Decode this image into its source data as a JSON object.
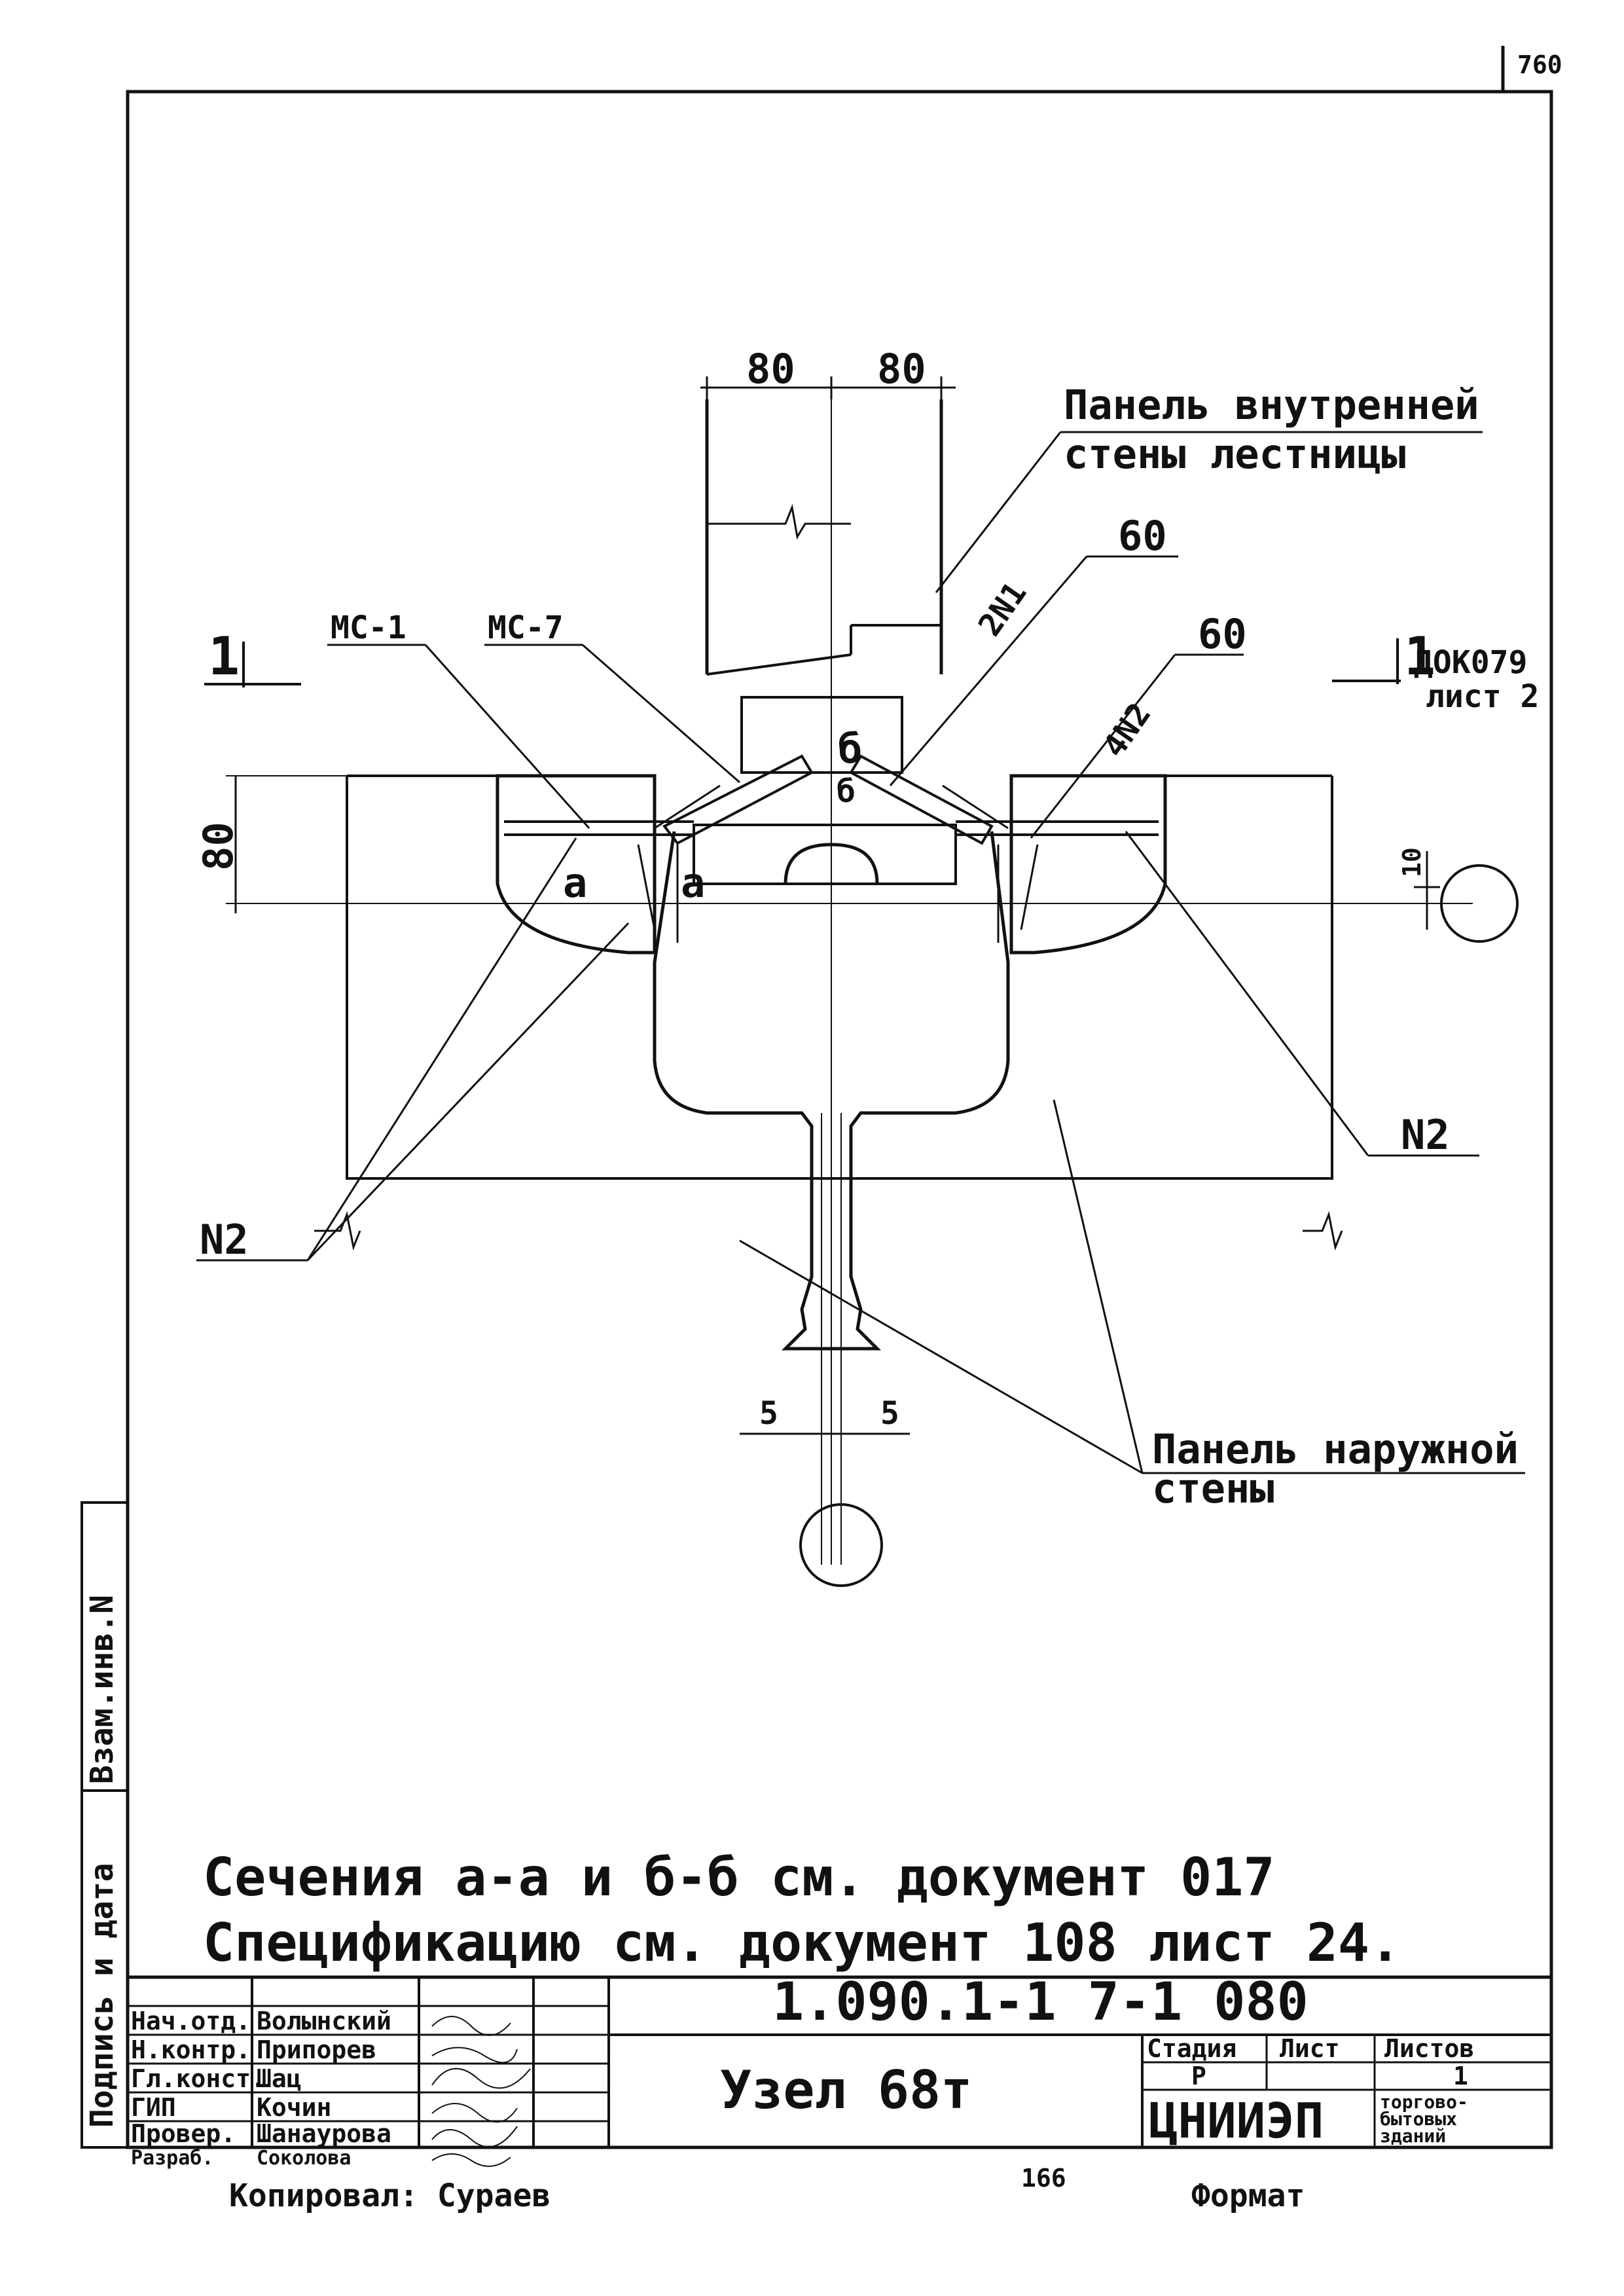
{
  "sheet_corner_number": "760",
  "dimensions": {
    "top_left": "80",
    "top_right": "80",
    "left_vertical": "80",
    "right_gap": "10",
    "bottom_left": "5",
    "bottom_right": "5",
    "weld_a": "60",
    "weld_b": "60"
  },
  "callouts": {
    "inner_panel_line1": "Панель внутренней",
    "inner_panel_line2": "стены лестницы",
    "outer_panel_line1": "Панель наружной",
    "outer_panel_line2": "стены",
    "mc1": "МС-1",
    "mc7": "МС-7",
    "n1_count": "2N1",
    "n2_count": "4N2",
    "n2_left": "N2",
    "n2_right": "N2",
    "section_a_left": "а",
    "section_a_right": "а",
    "section_b_top": "б",
    "section_b_bottom": "б"
  },
  "section_marks": {
    "left": "1",
    "right": "1",
    "ref_line1": "ДОК079",
    "ref_line2": "лист 2"
  },
  "notes": {
    "line1": "Сечения а-а и б-б см. документ 017",
    "line2": "Спецификацию см. документ 108 лист 24."
  },
  "side_strip": {
    "signature_date": "Подпись и дата",
    "replacement_inv": "Взам.инв.N"
  },
  "title_block": {
    "doc_code": "1.090.1-1 7-1 080",
    "title": "Узел 68т",
    "stage_header": "Стадия",
    "sheet_header": "Лист",
    "sheets_header": "Листов",
    "stage_value": "Р",
    "sheets_value": "1",
    "org": "ЦНИИЭП",
    "org_desc_1": "торгово-",
    "org_desc_2": "бытовых",
    "org_desc_3": "зданий",
    "roles": [
      {
        "role": "Нач.отд.",
        "name": "Волынский"
      },
      {
        "role": "Н.контр.",
        "name": "Припорев"
      },
      {
        "role": "Гл.конст.",
        "name": "Шац"
      },
      {
        "role": "ГИП",
        "name": "Кочин"
      },
      {
        "role": "Провер.",
        "name": "Шанаурова"
      },
      {
        "role": "Разраб.",
        "name": "Соколова"
      }
    ]
  },
  "footer": {
    "copied": "Копировал: Сураев",
    "page_num": "166",
    "format": "Формат"
  }
}
